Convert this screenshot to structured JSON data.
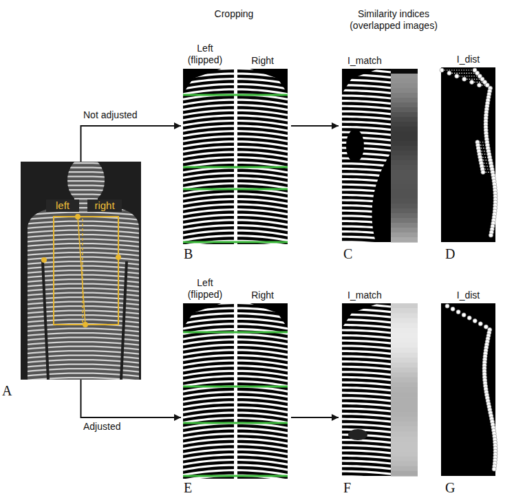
{
  "diagram": {
    "nodes": [
      {
        "text": [
          "left",
          "right",
          "A"
        ]
      },
      {
        "text": [
          "Left (flipped)",
          "Right",
          "B"
        ]
      },
      {
        "text": [
          "I_match",
          "C"
        ]
      },
      {
        "text": [
          "I_dist",
          "D"
        ]
      },
      {
        "text": [
          "Left (flipped)",
          "Right",
          "E"
        ]
      },
      {
        "text": [
          "I_match",
          "F"
        ]
      },
      {
        "text": [
          "I_dist",
          "G"
        ]
      }
    ],
    "edges": [
      {
        "from": 0,
        "to": 1,
        "label": "Not adjusted",
        "arrow": "to"
      },
      {
        "from": 0,
        "to": 4,
        "label": "Adjusted",
        "arrow": "to"
      },
      {
        "from": 1,
        "to": 2,
        "arrow": "to"
      },
      {
        "from": 4,
        "to": 5,
        "arrow": "to"
      }
    ],
    "labels": [
      "Cropping",
      "Similarity indices (overlapped images)"
    ]
  }
}
